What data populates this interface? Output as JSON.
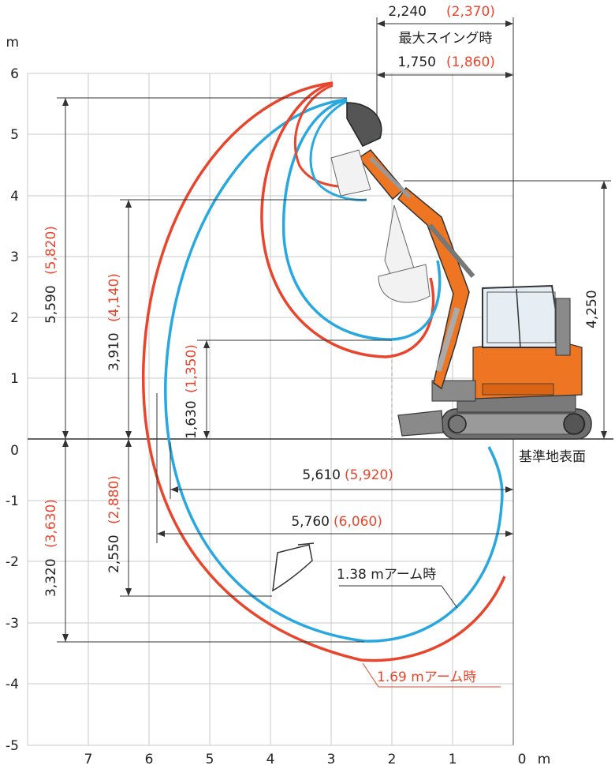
{
  "axes": {
    "y_unit": "m",
    "x_unit": "m",
    "y_ticks": [
      "6",
      "5",
      "4",
      "3",
      "2",
      "1",
      "0",
      "-1",
      "-2",
      "-3",
      "-4",
      "-5"
    ],
    "x_ticks": [
      "7",
      "6",
      "5",
      "4",
      "3",
      "2",
      "1",
      "0"
    ]
  },
  "labels": {
    "ground": "基準地表面",
    "arm_short": "1.38 mアーム時",
    "arm_long": "1.69 mアーム時",
    "max_swing": "最大スイング時"
  },
  "dims": {
    "top_black": "2,240",
    "top_red": "(2,370)",
    "swing_black": "1,750",
    "swing_red": "(1,860)",
    "max_height_black": "5,590",
    "max_height_red": "(5,820)",
    "dump_height_black": "3,910",
    "dump_height_red": "(4,140)",
    "height_1630_black": "1,630",
    "height_1630_red": "(1,350)",
    "cab_height": "4,250",
    "dig_depth_black": "3,320",
    "dig_depth_red": "(3,630)",
    "vert_wall_black": "2,550",
    "vert_wall_red": "(2,880)",
    "reach_ground_black": "5,610",
    "reach_ground_red": "(5,920)",
    "reach_max_black": "5,760",
    "reach_max_red": "(6,060)"
  },
  "colors": {
    "red_curve": "#e8452c",
    "blue_curve": "#29a8e0",
    "machine_orange": "#ee7622",
    "grid": "#c8c8c8"
  }
}
